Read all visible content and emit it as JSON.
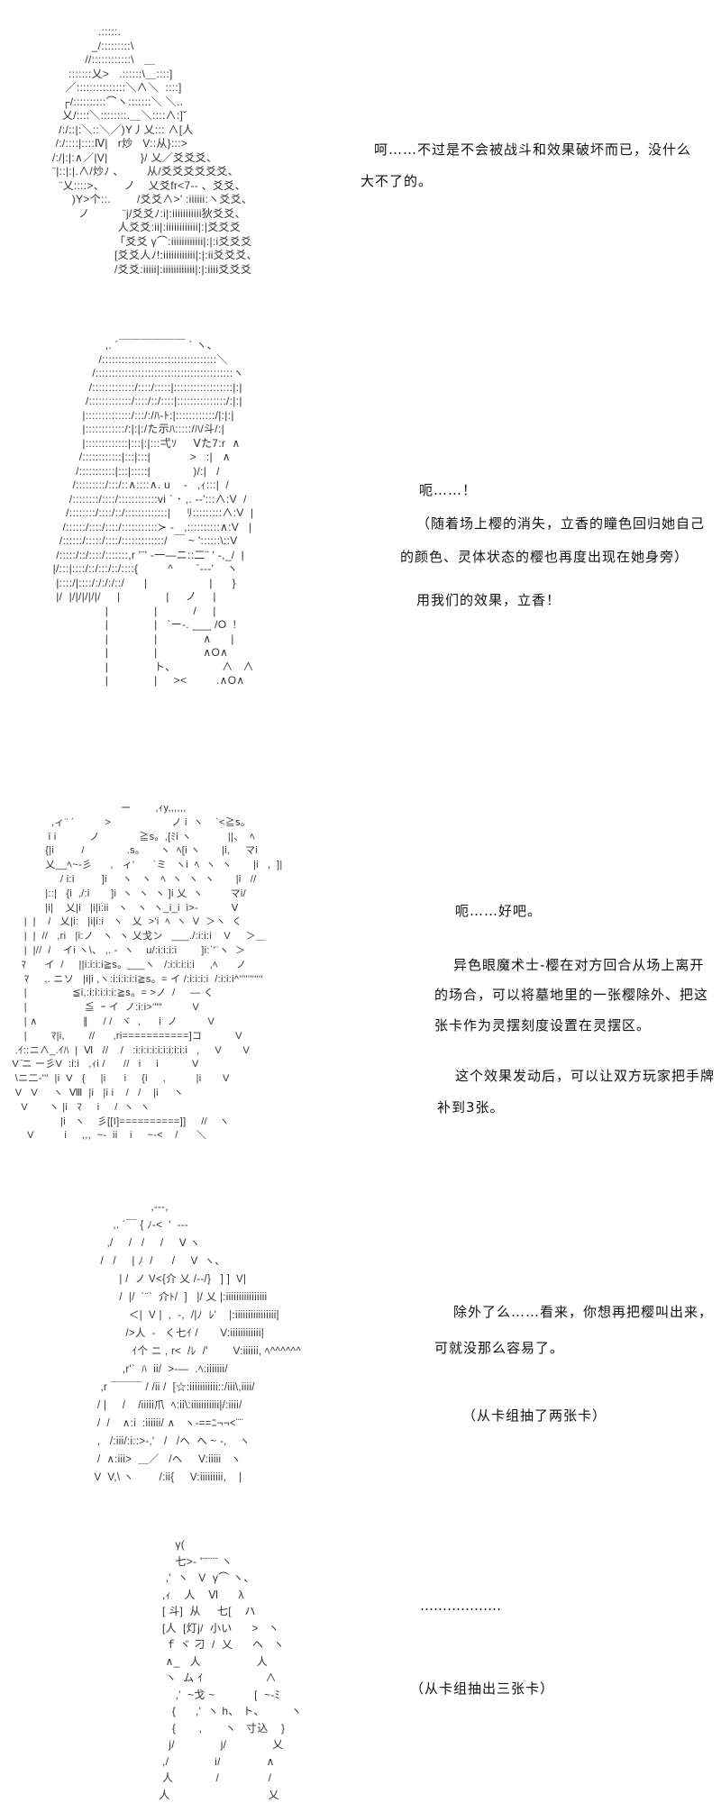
{
  "panels": [
    {
      "art": "              .:::::.\n            _/:::::::::\\\n          //::::::::::::\\   ＿\n     :::::::乂>   .::::::\\＿::::]\n    ／:::::::::::::::＼∧＼  ::::]\n   ┌/::::::::::⌒ヽ:::::::＼ ＼..\n   乂/::::＼::::::::.＿＼::::∧:]˘\n  /:/::|:＼::＼／)Y丿乂::: ∧[人\n /:/::::|::::Ⅳ|   r炒   V::从}:::>\n/:/|:|:∧／|V|          }/ 乂／爻爻爻、\n¨|::|:|.∧/炒ﾉ 、       从/爻爻爻爻爻爻、\n  ¨乂::::>、      ノ    乂爻fr<7-- 、爻爻、\n      )Y>个::.        /爻爻∧>' :iiiiii:ヽ爻爻、\n        ノ          ¨j/爻爻ﾉ:i|:iiiiiiiiiii狄爻爻、\n                    人爻爻:ii|:iiiiiiiiiiii|:|爻爻爻\n                   「爻爻 γ⌒:iiiiiiiiiiii|:|:i爻爻爻\n                   [爻爻人ﾉ!:iiiiiiiiiiii|:|:ii爻爻爻、\n                   /爻爻:iiiii|:iiiiiiiiiiii|:|:iiii爻爻爻",
      "lines": [
        "呵……不过是不会被战斗和效果破坏而已，没什么",
        "大不了的。"
      ]
    },
    {
      "art": "                 ,. ´￣￣￣￣￣￣ ` ヽ、\n               /:::::::::::::::::::::::::::::::::::＼\n             /::::::::::::::::::::::::::::::::::::::::::ヽ\n            /:::::::::::::/::::/:::::|::::::::::::::::::|:|\n           /:::::::::::::/::::/::/::::|:::::::::::::::/:|:|\n          |::::::::::::::/:::/:/ﾊ-ﾄ:|::::::::::::/|:|:|\n          |::::::::::::/:|:|:/た示ﾊ:::::/ﾊ/斗/:|\n          |:::::::::::::|:::|:|:::弌ｿ     Ⅴた7:r  ∧\n         /::::::::::::|:::|:::|            >   :|   ∧\n        /:::::::::::|:::|:::::|             )/:|   /\n       /:::::::::/:::/::∧::::∧. u    -   ,ｨ:::|  /\n      /::::::::/::::/::::::::::::vi ` ･ ,. -‐':::∧:V  /\n     /::::::::/::::/::/:::::::::::::|     ﾘ:::::::::∧:V  |\n    /::::::/::::/::::/:::::::::::≻ -   ,::::::::::∧:V   |\n   /::::::/:::::/::::/:::::::::::::/  ￣ ~ '::::::\\::V\n  /:::::/::/::::/:::::::,r '¨' ‐一―ニ::二¨ ' -,_/  |\n |/:::|::::/::/:::/::/::::{         ^       `--‐'    ヽ\n  |::::/|::::/:/:/:/::/      |                   |      }\n  |/  |/|/|/|/|/     |              |     ノ     |\n                 |              |           /     |\n                 |              |   `ー-. ___ /O  !\n                 |              |              ∧      |\n                 |              |              ∧O∧\n                 |              ト、              ∧   ∧\n                 |              |     ><         .∧O∧",
      "lines": [
        "呃……！",
        "（随着场上樱的消失，立香的瞳色回归她自己",
        "的颜色、灵体状态的樱也再度出现在她身旁）",
        "用我们的效果，立香！"
      ]
    },
    {
      "art": "                                     ー        ,ｨy,,,,,,\n              ,ィ¨ ´          >                    ノ i  ヽ    `<≧s。\n             i i           ノ             ≧s。,[ﾐi ヽ            ||、  ﾍ\n            {|i         /              .s。     ヽ  ﾍ[i ヽ       |i,     マi\n            乂__ﾍ~-彡      ,   ィ'      `ミ   ヽi  ﾍ  ヽ  ヽ       |i   ,  ]|\n                 / i:i         ]i     ヽ   ヽ   ﾍ  ヽ  ヽ  ヽ       |i   //\n            |::|   {i  ,/:i       ]i  ヽ  ヽ  ヽ ]i 乂  ヽ         マi/\n            |i|    乂|i   |i|i:ii   ヽ   ヽ  ヽ_i_i  i>-           Ⅴ\n     |  |    /   乂|i:   |i|i:i   ヽ   乂  >'i  ﾍ  ヽ  V  ＞ヽ  く\n     |  |  //   ,ri   |i:ノ   ヽ  ヽ 乂戈ン   ___./:i:i:i    V     ＞＿\n     |  |//  /    イi ヽ\\、 ,. ‐  ヽ    u/:i:i:i:i        ]i:`'¨ヽ  ＞\n    ﾏ      イ  /     ||i:i:i:i≧s。___ヽ   /:i:i:i:i:i     ,ﾍ      ノ\n     ﾏ     ,. ニソ   |i|i ,ヽ:i:i:i:i:i≧s。= イ /:i:i:i:i  /:i:i:i^'''''''''''\n     |               ≦i,:i:i:i:i:i:≧s。= >ノ  /     ― く\n     |                   ≦  ｰ イ  ノ:i:i>'\"\"          V\n     | ∧               ∥     / /   ヾ  ,      i  ノ          V\n     |        ﾏ|i,        //      ,ri===========]コ           V\n  .ｲ::ニ∧_.ｲﾊ  |  Ⅵ   //    /   :i:i:i:i:i:i:i:i:i:i   ,     V       V\n V ̄ニ ー彡V  :i:i   ,ｨi /      //   i     i           V\n  \\ニ二-'''  |i  V   {     |i      i     {i     ,          |i       V\n  V   V     ヽ  Ⅷ  |i   |i i    /   /    |i     ヽ\n    V       ヽ |i   ﾏ     i     /  ヽ  ヽ\n                 |i   ヽ    彡[[I]==========]]     //    ヽ\n      V          i     ,,,  ~-  ii    i     ~-<    /      ＼",
      "lines": [
        "呃……好吧。",
        "异色眼魔术士-樱在对方回合从场上离开",
        "的场合，可以将墓地里的一张樱除外、把这",
        "张卡作为灵摆刻度设置在灵摆区。",
        "这个效果发动后，可以让双方玩家把手牌",
        "补到3张。"
      ]
    },
    {
      "art": "                         ,-‐-,\n             ,. ´￣ { ﾉ-<  '  ‐--\n           ,/     /   /     /     Ⅴ ヽ\n         /   /     | ﾉ  /      /     V  ヽ、\n               | /  ノ V<{介 乂 /--/}   ] ]  V|\n               /  |/  ´¨`  介ﾄ/  ]   |/ 乂 |:iiiiiiiiiiiiiiii\n                  ＜|  V |  ,  -,  /|ﾉ  ﾚ'    |:iiiiiiiiiiiiiiii|\n                 />人  -   く七ｲ /       V:iiiiiiiiiiii|\n                   ｲ个 ニ , r<  /ﾚ  /'        V:iiiiii, ﾍ^^^^^^\n                ,r'`  ﾊ  ii/  >-―  .ﾍ:iiiiiii/\n         ,r ￣￣￣ / /ii /  [☆:iiiiiiiiiii::/iii\\,iiii/\n        / |     /    /iiiii爪  ﾍ:ii\\:iiiiiiiiiii|/:iiii/\n        /  /    ∧:i  :iiiiii/ ∧   ヽ-==ﾆ¬¬<¨¨\n        ,   /:iii/:i::>-,'   /   /ヘ  ヘ ~ -,    ヽ\n        /  ∧:iii>  ＿／   /ヘ     V:iiiii   ヽ\n       V  V,\\ ヽ        /:ii{     V:iiiiiiiii,    |",
      "lines": [
        "除外了么……看来，你想再把樱叫出来，",
        "可就没那么容易了。",
        "（从卡组抽了两张卡）"
      ]
    },
    {
      "art": "               γ(\n               七>- '¨¨¨¨ ヽ\n            ,′  ヽ   V  γ⌒ ヽ、\n           ,ｨ    人    Ⅵ      λ\n           [ 斗]  从     七[    ハ\n           [人  [灯j/  小い      >   ヽ\n            ｆ ヾ 刁  /  乂      ヘ   ヽ\n            ∧_   人                 人\n            ヽ  ム ｲ                   ∧\n               ,'  ~戈 ~            [  ~-ﾐ\n              {      ,'  ヽ h、 ト、        ヽ\n              {       ,       ヽ   寸込    }\n             j/              j/              乂\n           ,/              i/              ∧\n           人             /               /\n          人                              乂",
      "lines": [
        "………………",
        "（从卡组抽出三张卡）"
      ]
    }
  ]
}
